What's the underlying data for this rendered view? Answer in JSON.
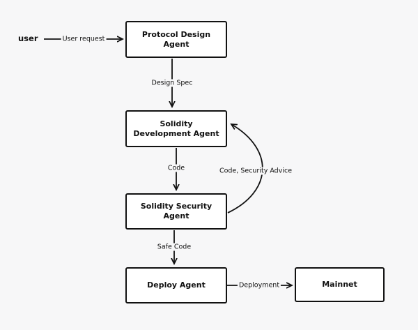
{
  "diagram": {
    "start_label": "user",
    "nodes": {
      "protocol_design": "Protocol Design Agent",
      "solidity_development": "Solidity Development Agent",
      "solidity_security": "Solidity Security Agent",
      "deploy": "Deploy Agent",
      "mainnet": "Mainnet"
    },
    "edges": {
      "user_request": "User request",
      "design_spec": "Design Spec",
      "code": "Code",
      "code_security_advice": "Code, Security Advice",
      "safe_code": "Safe Code",
      "deployment": "Deployment"
    },
    "colors": {
      "stroke": "#111111",
      "background": "#f7f7f8",
      "node_fill": "#ffffff"
    }
  }
}
